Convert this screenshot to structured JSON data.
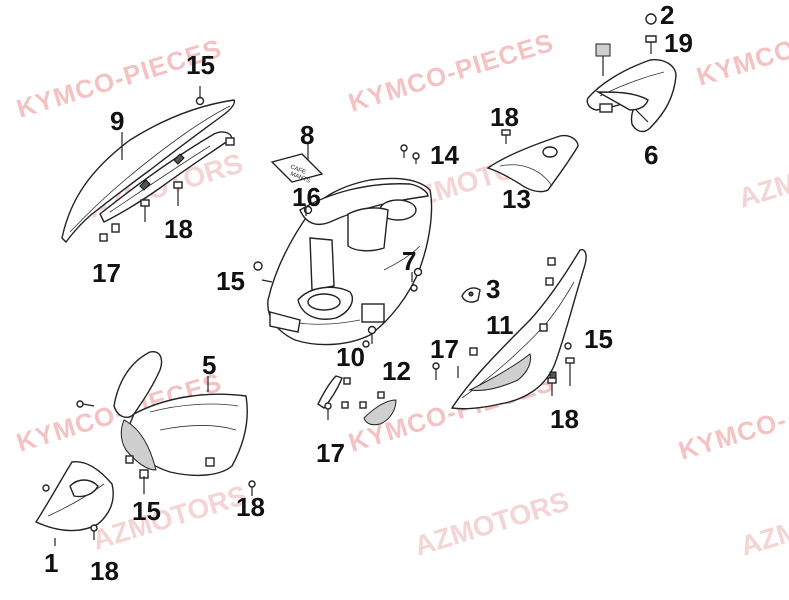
{
  "watermarks": {
    "kymco_pieces": "KYMCO-PIECES",
    "azmotors": "AZMOTORS",
    "kymco_partial": "KYMCO-",
    "azm_partial": "AZM",
    "azmo_partial": "AZMO"
  },
  "labels": {
    "l1": "1",
    "l2": "2",
    "l3": "3",
    "l5": "5",
    "l6": "6",
    "l7": "7",
    "l8": "8",
    "l9": "9",
    "l10": "10",
    "l11": "11",
    "l12": "12",
    "l13": "13",
    "l14": "14",
    "l15": "15",
    "l16": "16",
    "l17": "17",
    "l18": "18",
    "l19": "19"
  },
  "sticker_text": {
    "line1": "CAFE",
    "line2": "MANTS"
  },
  "colors": {
    "watermark": "#f3b8b8",
    "ink": "#111111"
  }
}
